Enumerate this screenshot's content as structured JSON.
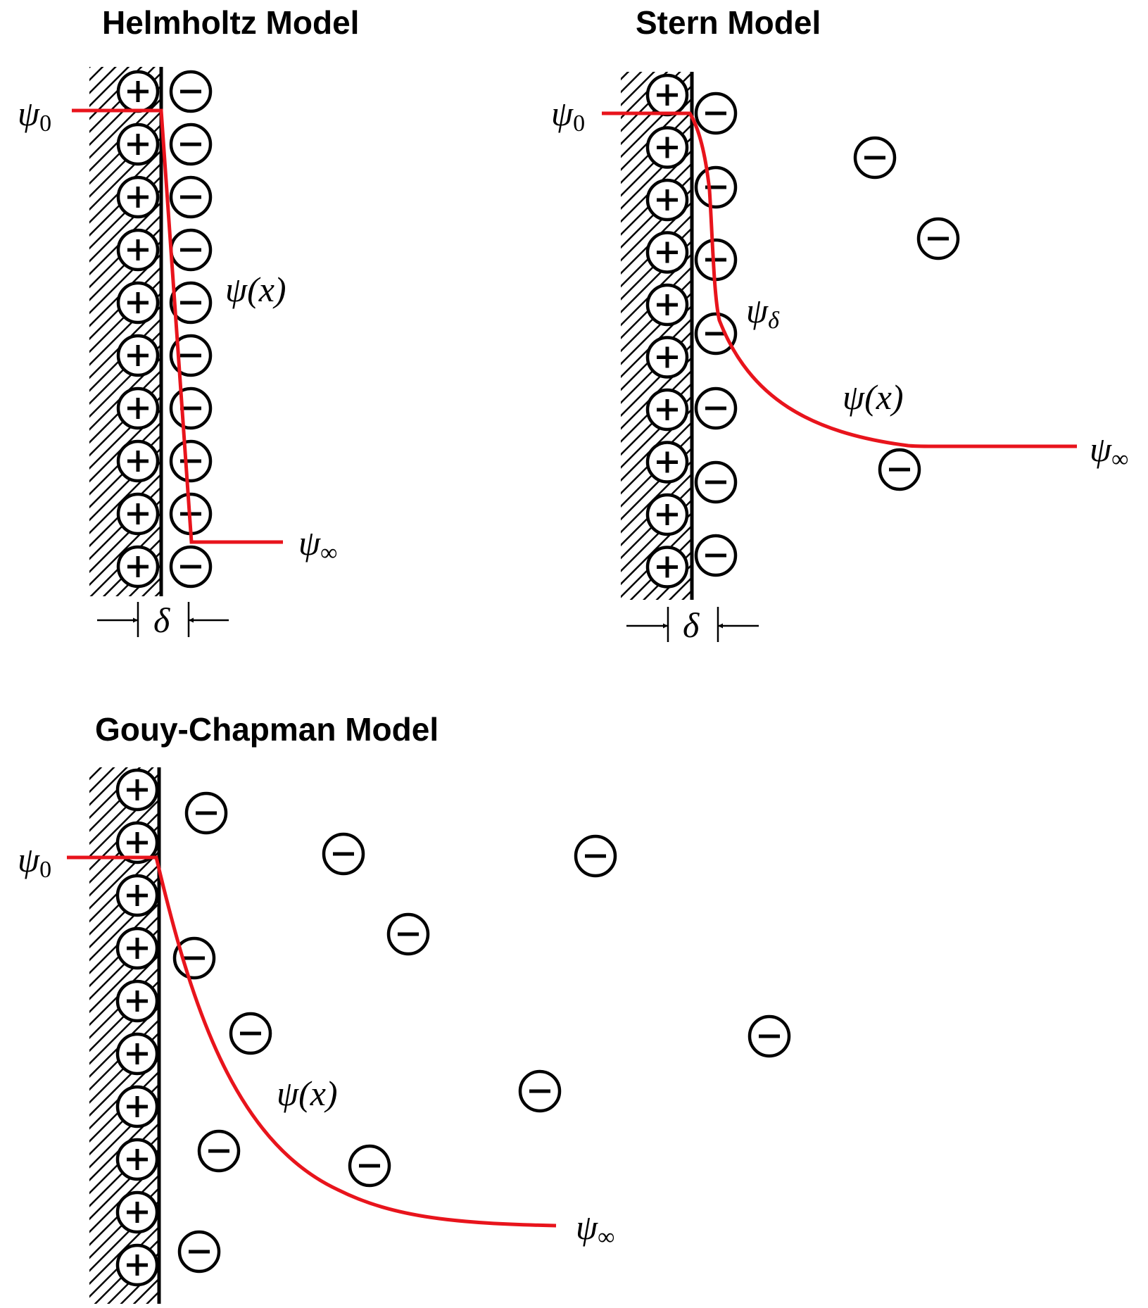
{
  "colors": {
    "potential_curve": "#e8141c",
    "ink": "#000000",
    "background": "#ffffff"
  },
  "symbols": {
    "psi": "ψ",
    "sub_zero": "0",
    "sub_inf": "∞",
    "sub_delta": "δ",
    "func_x": "(x)",
    "delta": "δ"
  },
  "panels": {
    "helmholtz": {
      "title": "Helmholtz Model",
      "surface_cations": 10,
      "adsorbed_anions": 10,
      "labels": {
        "surface_potential": "ψ0",
        "potential_profile": "ψ(x)",
        "bulk_potential": "ψ∞",
        "layer_thickness": "δ"
      }
    },
    "stern": {
      "title": "Stern Model",
      "surface_cations": 10,
      "stern_layer_anions": 7,
      "diffuse_anions": 3,
      "labels": {
        "surface_potential": "ψ0",
        "stern_potential": "ψδ",
        "potential_profile": "ψ(x)",
        "bulk_potential": "ψ∞",
        "layer_thickness": "δ"
      }
    },
    "gouy_chapman": {
      "title": "Gouy-Chapman Model",
      "surface_cations": 10,
      "diffuse_anions": 11,
      "labels": {
        "surface_potential": "ψ0",
        "potential_profile": "ψ(x)",
        "bulk_potential": "ψ∞"
      }
    }
  }
}
